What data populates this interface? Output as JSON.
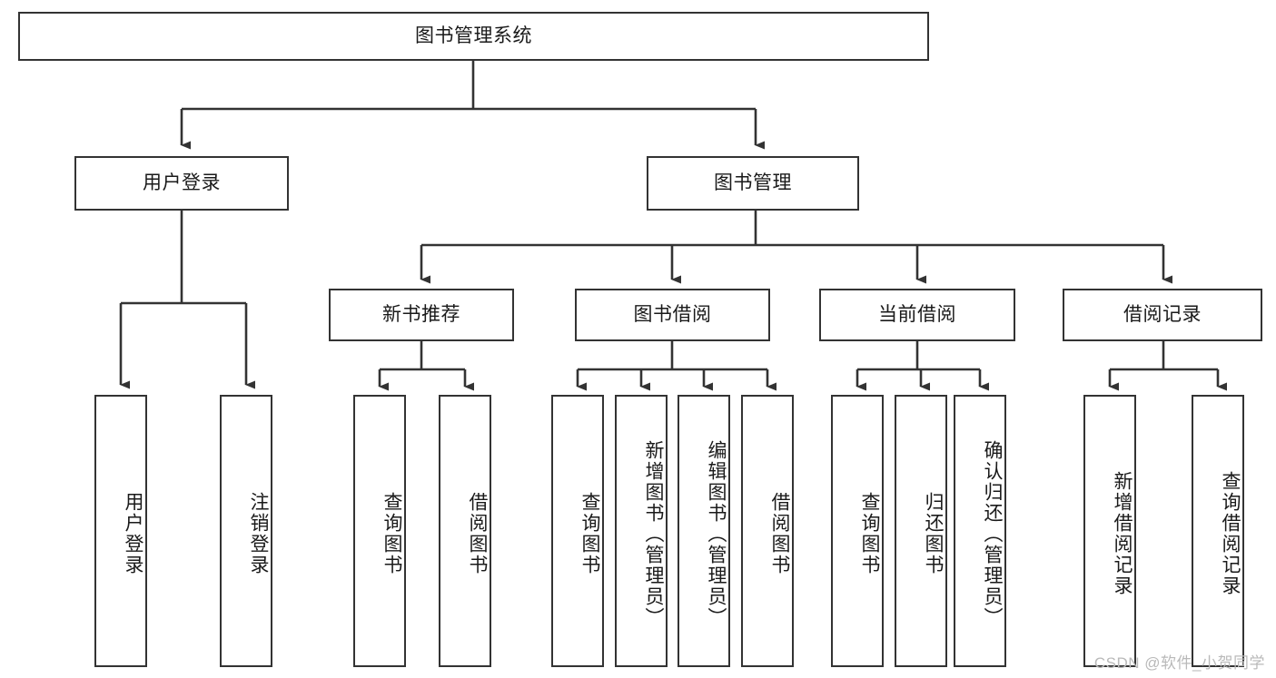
{
  "diagram": {
    "title": "图书管理系统",
    "type": "tree",
    "watermark": "CSDN @软件_小贺同学",
    "colors": {
      "stroke": "#333333",
      "box_fill": "#ffffff",
      "text": "#1a1a1a",
      "watermark": "#b9b9b9",
      "background": "#ffffff"
    },
    "root": {
      "label": "图书管理系统",
      "orientation": "horizontal"
    },
    "level2": [
      {
        "id": "user-login",
        "label": "用户登录",
        "orientation": "horizontal"
      },
      {
        "id": "book-manage",
        "label": "图书管理",
        "orientation": "horizontal"
      }
    ],
    "level3": [
      {
        "id": "new-book-recommend",
        "label": "新书推荐",
        "orientation": "horizontal",
        "parent": "book-manage"
      },
      {
        "id": "book-borrow",
        "label": "图书借阅",
        "orientation": "horizontal",
        "parent": "book-manage"
      },
      {
        "id": "current-borrow",
        "label": "当前借阅",
        "orientation": "horizontal",
        "parent": "book-manage"
      },
      {
        "id": "borrow-record",
        "label": "借阅记录",
        "orientation": "horizontal",
        "parent": "book-manage"
      }
    ],
    "leaves": [
      {
        "id": "leaf-user-login",
        "label": "用户登录",
        "parent": "user-login"
      },
      {
        "id": "leaf-logout-login",
        "label": "注销登录",
        "parent": "user-login"
      },
      {
        "id": "leaf-query-book-1",
        "label": "查询图书",
        "parent": "new-book-recommend"
      },
      {
        "id": "leaf-borrow-book-1",
        "label": "借阅图书",
        "parent": "new-book-recommend"
      },
      {
        "id": "leaf-query-book-2",
        "label": "查询图书",
        "parent": "book-borrow"
      },
      {
        "id": "leaf-add-book",
        "label": "新增图书（管理员）",
        "parent": "book-borrow"
      },
      {
        "id": "leaf-edit-book",
        "label": "编辑图书（管理员）",
        "parent": "book-borrow"
      },
      {
        "id": "leaf-borrow-book-2",
        "label": "借阅图书",
        "parent": "book-borrow"
      },
      {
        "id": "leaf-query-book-3",
        "label": "查询图书",
        "parent": "current-borrow"
      },
      {
        "id": "leaf-return-book",
        "label": "归还图书",
        "parent": "current-borrow"
      },
      {
        "id": "leaf-confirm-return",
        "label": "确认归还（管理员）",
        "parent": "current-borrow"
      },
      {
        "id": "leaf-add-record",
        "label": "新增借阅记录",
        "parent": "borrow-record"
      },
      {
        "id": "leaf-query-record",
        "label": "查询借阅记录",
        "parent": "borrow-record"
      }
    ]
  }
}
